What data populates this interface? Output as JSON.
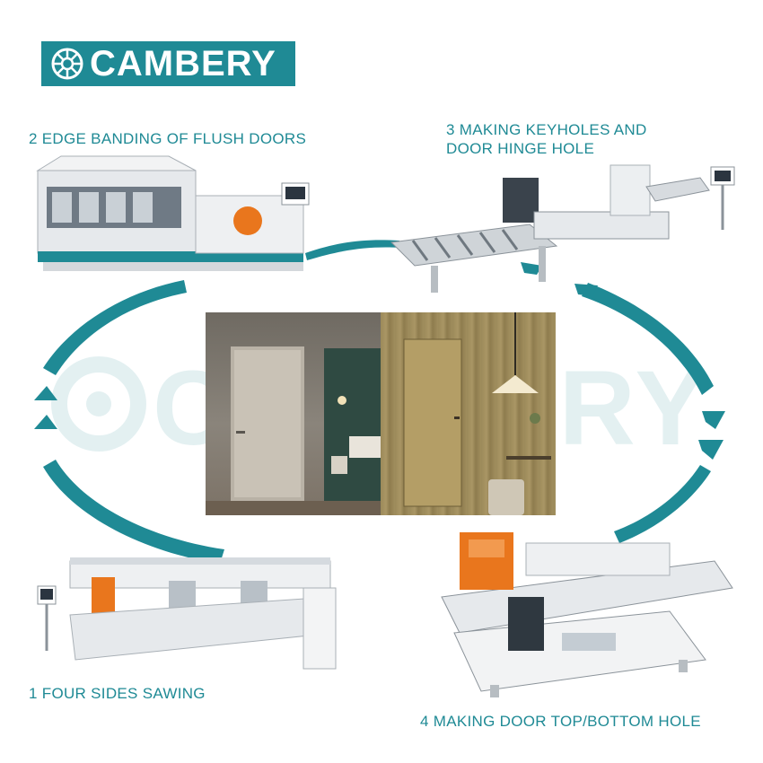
{
  "brand": {
    "name": "CAMBERY",
    "color": "#1f8a95"
  },
  "watermark": {
    "text": "CAMBERY"
  },
  "steps": [
    {
      "label": "2 EDGE BANDING OF FLUSH DOORS"
    },
    {
      "line1": "3 MAKING KEYHOLES AND",
      "line2": "DOOR HINGE HOLE"
    },
    {
      "label": "1 FOUR SIDES SAWING"
    },
    {
      "label": "4 MAKING DOOR TOP/BOTTOM HOLE"
    }
  ],
  "colors": {
    "accent": "#1f8a95",
    "machine_body": "#e8eaec",
    "machine_orange": "#e9761d"
  }
}
